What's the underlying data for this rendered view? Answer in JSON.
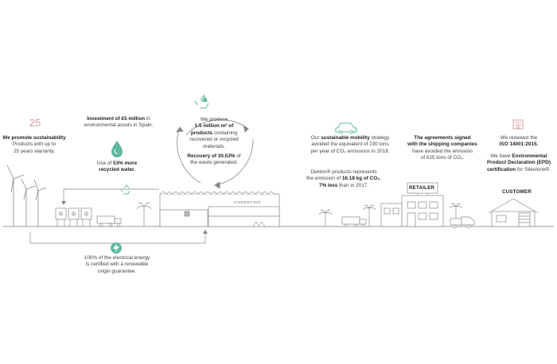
{
  "warranty": {
    "icon_label": "25",
    "line1": "We promote sustainability",
    "line2": "Products with up to",
    "line3": "25 years warranty."
  },
  "investment": {
    "line1_bold": "Investment of €5 million",
    "line1_rest": " in",
    "line2": "environmental assets in Spain."
  },
  "water": {
    "line1_pre": "Use of ",
    "line1_bold": "53% more",
    "line2_bold": "recycled water."
  },
  "products": {
    "line1": "We produce",
    "line2_bold": "1.5 million m² of",
    "line3_bold": "products",
    "line3_rest": " containing",
    "line4": "recovered or recycled",
    "line5": "materials.",
    "line6_bold": "Recovery of 30.53%",
    "line6_rest": " of",
    "line7": "the waste generated."
  },
  "factory": {
    "sign": "COSENTINO"
  },
  "energy": {
    "line1": "100% of the electrical energy",
    "line2": "is certified with a renewable",
    "line3": "origin guarantee."
  },
  "mobility": {
    "line1_pre": "Our ",
    "line1_bold": "sustainable mobility",
    "line1_rest": " strategy",
    "line2": "avoided the equivalent of 230 tons",
    "line3": "per year of CO₂ emissions in 2018."
  },
  "dekton": {
    "line1": "Dekton® products represents",
    "line2_pre": "the emission of ",
    "line2_bold": "16.18 kg of CO₂",
    "line2_rest": ",",
    "line3_bold": "7% less",
    "line3_rest": " than in 2017."
  },
  "shipping": {
    "line1_bold": "The agreements signed",
    "line2_bold": "with the shipping companies",
    "line3": "have avoided the emission",
    "line4": "of 625 tons of CO₂."
  },
  "retailer": {
    "sign": "RETAILER"
  },
  "iso": {
    "line1": "We renewed the",
    "line2_bold": "ISO 14001:2015.",
    "line3_pre": "We have ",
    "line3_bold": "Environmental",
    "line4_bold": "Product Declaration (EPD)",
    "line5_bold": "certification",
    "line5_rest": " for Silestone®."
  },
  "customer": {
    "label": "CUSTOMER"
  },
  "colors": {
    "accent": "#5fb8a0",
    "warranty_pink": "#d89a9a",
    "line": "#888888",
    "text": "#333333"
  }
}
